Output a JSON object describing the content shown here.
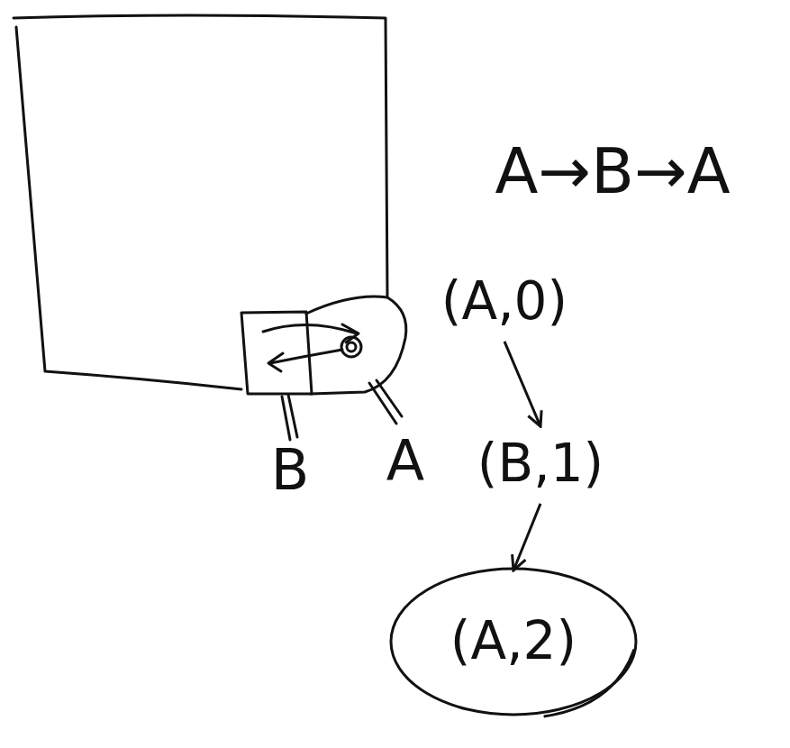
{
  "diagram": {
    "nodes": [
      {
        "text": [
          "(A,0)"
        ]
      },
      {
        "text": [
          "(B,1)"
        ]
      },
      {
        "text": [
          "(A,2)"
        ]
      }
    ],
    "edges": [
      {
        "from": 0,
        "to": 1,
        "arrow": "to"
      },
      {
        "from": 1,
        "to": 2,
        "arrow": "to"
      }
    ],
    "labels": [
      "A→B→A",
      "B",
      "A"
    ]
  }
}
